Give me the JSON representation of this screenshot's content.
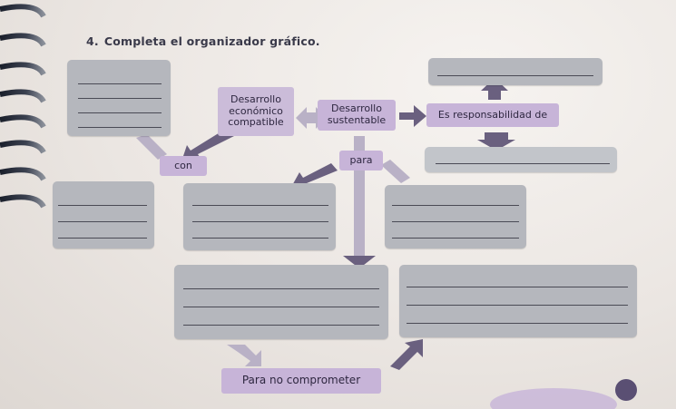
{
  "exercise": {
    "number": "4.",
    "instruction": "Completa el organizador gráfico."
  },
  "nodes": {
    "left_concept": {
      "line1": "Desarrollo",
      "line2": "económico",
      "line3": "compatible"
    },
    "center_concept": {
      "line1": "Desarrollo",
      "line2": "sustentable"
    },
    "right_concept": "Es responsabilidad de",
    "connector_con": "con",
    "connector_para": "para",
    "bottom_label": "Para no comprometer"
  },
  "colors": {
    "answer_box": "#b5b7bd",
    "concept_box": "#c7b4d8",
    "arrow": "#6a607f",
    "light_arrow": "#b9b1c6"
  }
}
